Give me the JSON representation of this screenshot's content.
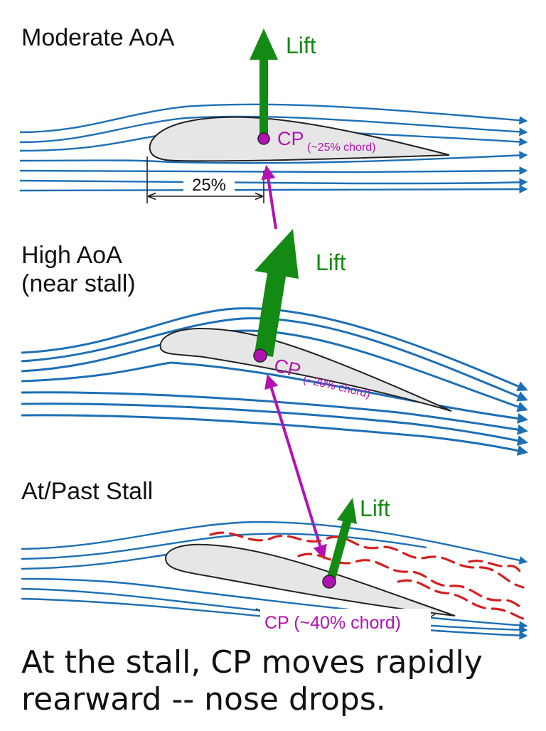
{
  "colors": {
    "flow": "#1d6fb5",
    "lift": "#138a13",
    "cp": "#b312b3",
    "turbulence": "#d42020",
    "airfoil_fill": "#e6e6e6",
    "outline": "#222222"
  },
  "panel_moderate": {
    "title": "Moderate AoA",
    "lift_label": "Lift",
    "cp_label": "CP",
    "cp_note": "(~25% chord)",
    "chord_fraction": 0.25,
    "dimension_label": "25%"
  },
  "panel_high": {
    "title_line1": "High AoA",
    "title_line2": "(near stall)",
    "lift_label": "Lift",
    "cp_label": "CP",
    "cp_note": "(~20% chord)",
    "chord_fraction": 0.2
  },
  "panel_stall": {
    "title": "At/Past Stall",
    "lift_label": "Lift",
    "cp_label": "CP (~40% chord)",
    "chord_fraction": 0.4
  },
  "caption": {
    "line1": "At the stall, CP moves rapidly",
    "line2": "rearward -- nose drops."
  }
}
